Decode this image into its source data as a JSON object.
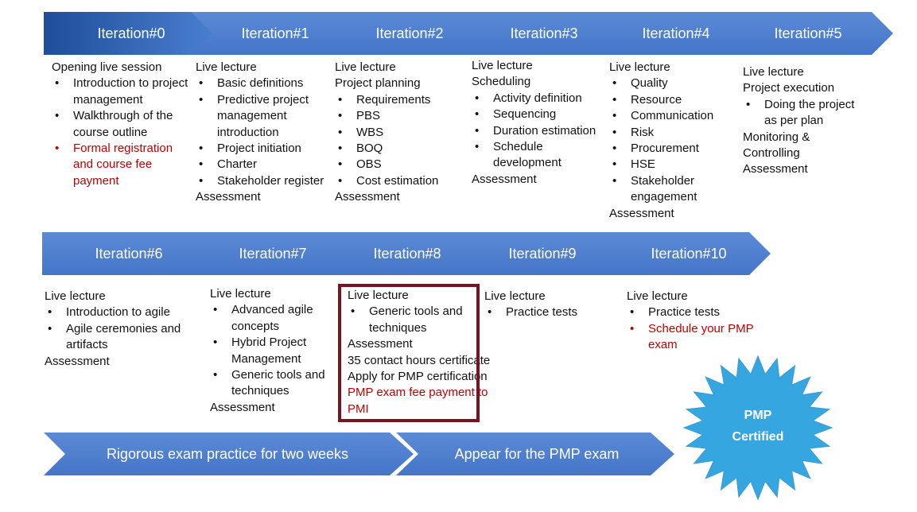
{
  "arrows": {
    "row1": [
      "Iteration#0",
      "Iteration#1",
      "Iteration#2",
      "Iteration#3",
      "Iteration#4",
      "Iteration#5"
    ],
    "row2": [
      "Iteration#6",
      "Iteration#7",
      "Iteration#8",
      "Iteration#9",
      "Iteration#10"
    ],
    "row3": [
      "Rigorous exam practice for two weeks",
      "Appear for the PMP exam"
    ]
  },
  "badge": {
    "line1": "PMP",
    "line2": "Certified"
  },
  "iterations": [
    {
      "lines": [
        {
          "t": "Opening live session"
        },
        {
          "t": "Introduction to project management",
          "b": 1
        },
        {
          "t": "Walkthrough of the course outline",
          "b": 1
        },
        {
          "t": "Formal registration and course fee payment",
          "b": 1,
          "red": 1
        }
      ]
    },
    {
      "lines": [
        {
          "t": "Live lecture"
        },
        {
          "t": "Basic definitions",
          "b": 1
        },
        {
          "t": " Predictive project management introduction",
          "b": 1
        },
        {
          "t": "Project initiation",
          "b": 1
        },
        {
          "t": "Charter",
          "b": 1
        },
        {
          "t": "Stakeholder register",
          "b": 1
        },
        {
          "t": " Assessment"
        }
      ]
    },
    {
      "lines": [
        {
          "t": "Live lecture"
        },
        {
          "t": "Project planning"
        },
        {
          "t": "Requirements",
          "b": 1
        },
        {
          "t": "PBS",
          "b": 1
        },
        {
          "t": "WBS",
          "b": 1
        },
        {
          "t": "BOQ",
          "b": 1
        },
        {
          "t": "OBS",
          "b": 1
        },
        {
          "t": "Cost estimation",
          "b": 1
        },
        {
          "t": "Assessment"
        }
      ]
    },
    {
      "lines": [
        {
          "t": "Live lecture"
        },
        {
          "t": "Scheduling"
        },
        {
          "t": "Activity definition",
          "b": 1
        },
        {
          "t": "Sequencing",
          "b": 1
        },
        {
          "t": "Duration estimation",
          "b": 1
        },
        {
          "t": "Schedule development",
          "b": 1
        },
        {
          "t": "Assessment"
        }
      ]
    },
    {
      "lines": [
        {
          "t": "Live lecture"
        },
        {
          "t": "Quality",
          "b": 1
        },
        {
          "t": "Resource",
          "b": 1
        },
        {
          "t": "Communication",
          "b": 1
        },
        {
          "t": "Risk",
          "b": 1
        },
        {
          "t": "Procurement",
          "b": 1
        },
        {
          "t": "HSE",
          "b": 1
        },
        {
          "t": "Stakeholder engagement",
          "b": 1
        },
        {
          "t": "Assessment"
        }
      ]
    },
    {
      "lines": [
        {
          "t": "Live lecture"
        },
        {
          "t": "Project execution"
        },
        {
          "t": "Doing the project as per plan",
          "b": 1
        },
        {
          "t": "Monitoring &"
        },
        {
          "t": "Controlling"
        },
        {
          "t": "Assessment"
        }
      ]
    },
    {
      "lines": [
        {
          "t": "Live lecture"
        },
        {
          "t": "Introduction to agile",
          "b": 1
        },
        {
          "t": "Agile ceremonies and artifacts",
          "b": 1
        },
        {
          "t": "Assessment"
        }
      ]
    },
    {
      "lines": [
        {
          "t": "Live lecture"
        },
        {
          "t": "Advanced agile concepts",
          "b": 1
        },
        {
          "t": "Hybrid Project Management",
          "b": 1
        },
        {
          "t": "Generic tools and techniques",
          "b": 1
        },
        {
          "t": "Assessment"
        }
      ]
    },
    {
      "lines": [
        {
          "t": "Live lecture"
        },
        {
          "t": "Generic tools and techniques",
          "b": 1
        },
        {
          "t": "Assessment"
        },
        {
          "t": "35 contact hours certificate"
        },
        {
          "t": "Apply for PMP certification"
        },
        {
          "t": "PMP exam fee payment to",
          "red": 1
        },
        {
          "t": "PMI",
          "red": 1
        }
      ]
    },
    {
      "lines": [
        {
          "t": "Live lecture"
        },
        {
          "t": "Practice tests",
          "b": 1
        }
      ]
    },
    {
      "lines": [
        {
          "t": "Live lecture"
        },
        {
          "t": "Practice tests",
          "b": 1
        },
        {
          "t": "Schedule your PMP exam",
          "b": 1,
          "red": 1
        }
      ]
    }
  ],
  "colors": {
    "arrow_light": "#4f81d0",
    "arrow_dark": "#2a5dae",
    "highlight_border": "#7b1220",
    "badge_fill": "#35a6e0",
    "red_text": "#c00000"
  }
}
